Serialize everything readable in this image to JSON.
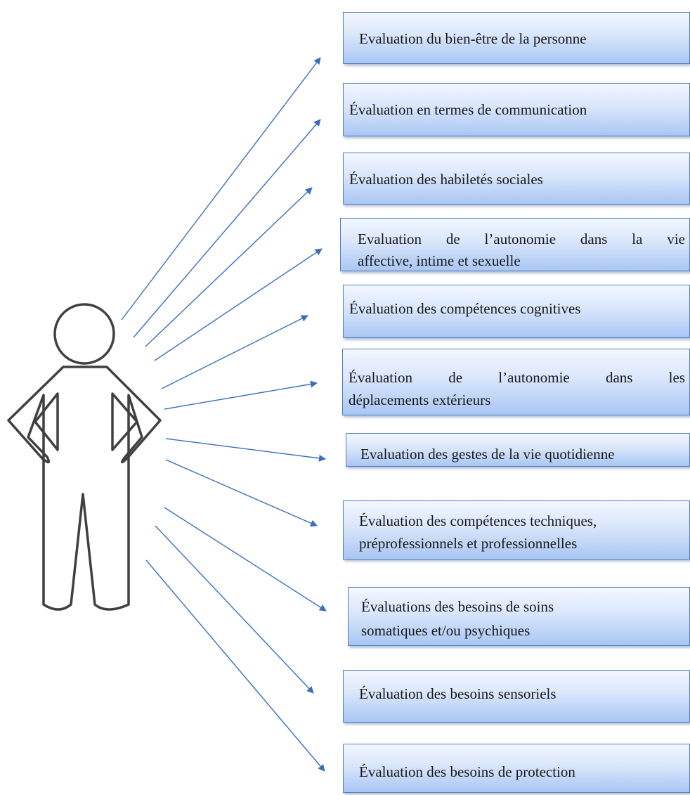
{
  "diagram": {
    "colors": {
      "arrow": "#3a6fb8",
      "figure": "#404040",
      "box_border": "#4f7fbf"
    },
    "figure_icon": "person-standing-hands-on-hips-icon",
    "boxes": [
      {
        "line1": "Evaluation du bien-être de la personne"
      },
      {
        "line1": "Évaluation en termes de communication"
      },
      {
        "line1": "Évaluation des habiletés sociales"
      },
      {
        "line1": "Evaluation de l’autonomie dans la vie",
        "line2": "affective, intime et sexuelle"
      },
      {
        "line1": "Évaluation des compétences cognitives"
      },
      {
        "line1": "Évaluation de l’autonomie dans les",
        "line2": "déplacements extérieurs"
      },
      {
        "line1": "Evaluation des gestes de la vie quotidienne"
      },
      {
        "line1": "Évaluation des compétences techniques,",
        "line2": "préprofessionnels et professionnelles"
      },
      {
        "line1": "Évaluations des besoins de soins",
        "line2": "somatiques et/ou psychiques"
      },
      {
        "line1": "Évaluation des besoins sensoriels"
      },
      {
        "line1": "Évaluation des besoins de protection"
      }
    ]
  }
}
